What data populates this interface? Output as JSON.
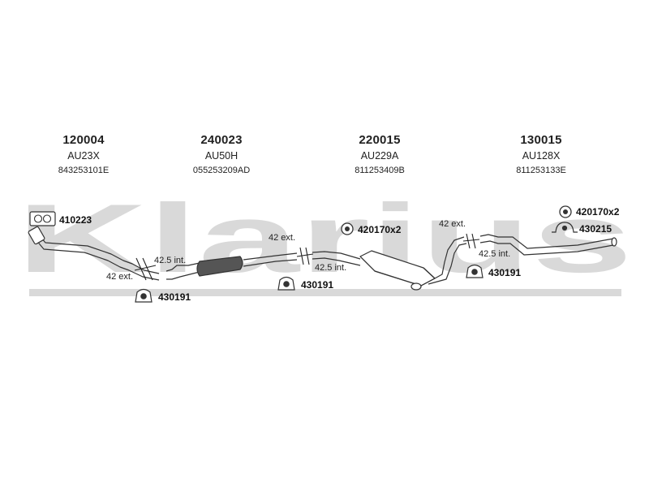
{
  "watermark": "Klarius",
  "sections": [
    {
      "part_number": "120004",
      "code": "AU23X",
      "oem": "843253101E"
    },
    {
      "part_number": "240023",
      "code": "AU50H",
      "oem": "055253209AD"
    },
    {
      "part_number": "220015",
      "code": "AU229A",
      "oem": "811253409B"
    },
    {
      "part_number": "130015",
      "code": "AU128X",
      "oem": "811253133E"
    }
  ],
  "fittings": {
    "f1": "410223",
    "f2": "430191",
    "f3": "430191",
    "f4": "420170x2",
    "f5": "430191",
    "f6": "420170x2",
    "f7": "430215"
  },
  "joints": {
    "j1_int": "42.5 int.",
    "j1_ext": "42 ext.",
    "j2_ext": "42 ext.",
    "j2_int": "42.5 int.",
    "j3_ext": "42 ext.",
    "j3_int": "42.5 int."
  }
}
